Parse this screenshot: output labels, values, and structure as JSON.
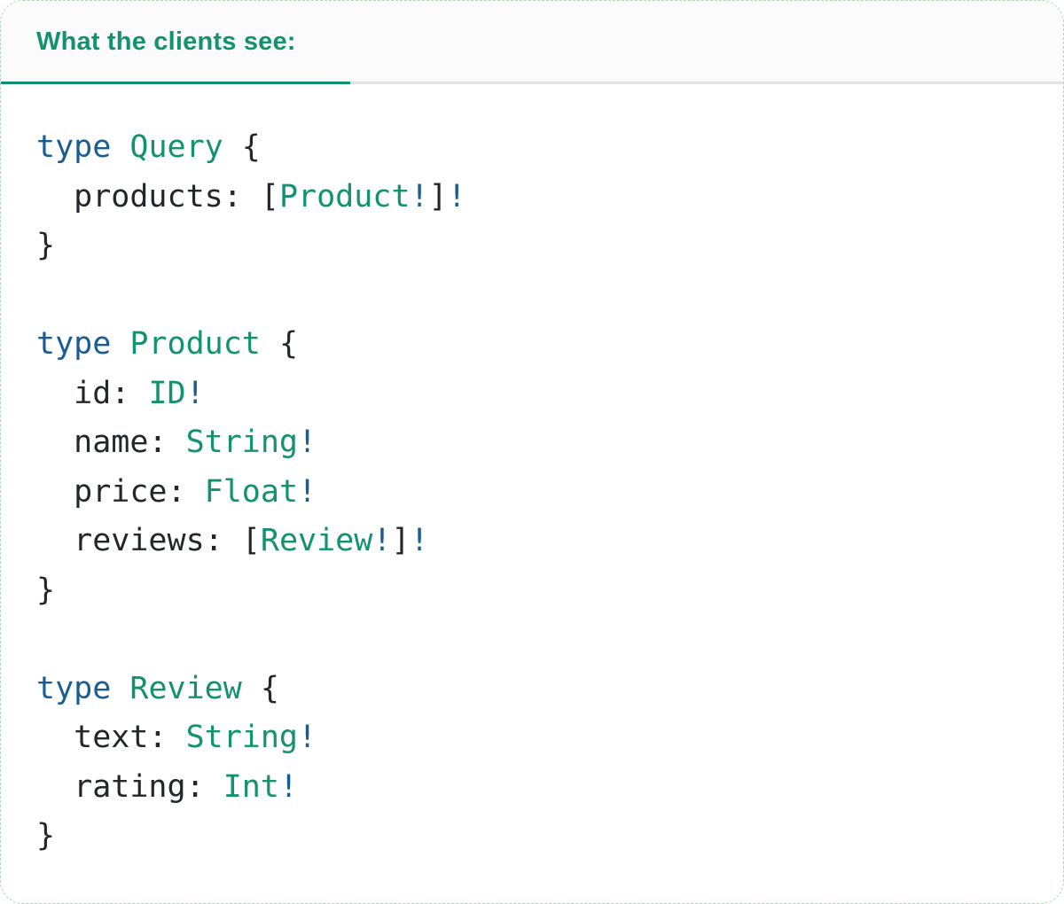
{
  "card": {
    "tab": {
      "label": "What the clients see:"
    }
  },
  "colors": {
    "card_border": "#aed7b8",
    "header_bg": "#fbfbfb",
    "header_border": "#e4e4e4",
    "tab_text": "#12926e",
    "tab_underline": "#0f9170",
    "code_plain": "#23272b",
    "code_keyword": "#1a5c94",
    "code_type": "#12926e"
  },
  "code": {
    "language": "graphql",
    "lines": [
      [
        [
          "k",
          "type"
        ],
        [
          "p",
          " "
        ],
        [
          "t",
          "Query"
        ],
        [
          "p",
          " {"
        ]
      ],
      [
        [
          "p",
          "  products: ["
        ],
        [
          "t",
          "Product"
        ],
        [
          "k",
          "!"
        ],
        [
          "p",
          "]"
        ],
        [
          "k",
          "!"
        ]
      ],
      [
        [
          "p",
          "}"
        ]
      ],
      [],
      [
        [
          "k",
          "type"
        ],
        [
          "p",
          " "
        ],
        [
          "t",
          "Product"
        ],
        [
          "p",
          " {"
        ]
      ],
      [
        [
          "p",
          "  id: "
        ],
        [
          "t",
          "ID"
        ],
        [
          "k",
          "!"
        ]
      ],
      [
        [
          "p",
          "  name: "
        ],
        [
          "t",
          "String"
        ],
        [
          "k",
          "!"
        ]
      ],
      [
        [
          "p",
          "  price: "
        ],
        [
          "t",
          "Float"
        ],
        [
          "k",
          "!"
        ]
      ],
      [
        [
          "p",
          "  reviews: ["
        ],
        [
          "t",
          "Review"
        ],
        [
          "k",
          "!"
        ],
        [
          "p",
          "]"
        ],
        [
          "k",
          "!"
        ]
      ],
      [
        [
          "p",
          "}"
        ]
      ],
      [],
      [
        [
          "k",
          "type"
        ],
        [
          "p",
          " "
        ],
        [
          "t",
          "Review"
        ],
        [
          "p",
          " {"
        ]
      ],
      [
        [
          "p",
          "  text: "
        ],
        [
          "t",
          "String"
        ],
        [
          "k",
          "!"
        ]
      ],
      [
        [
          "p",
          "  rating: "
        ],
        [
          "t",
          "Int"
        ],
        [
          "k",
          "!"
        ]
      ],
      [
        [
          "p",
          "}"
        ]
      ]
    ]
  }
}
